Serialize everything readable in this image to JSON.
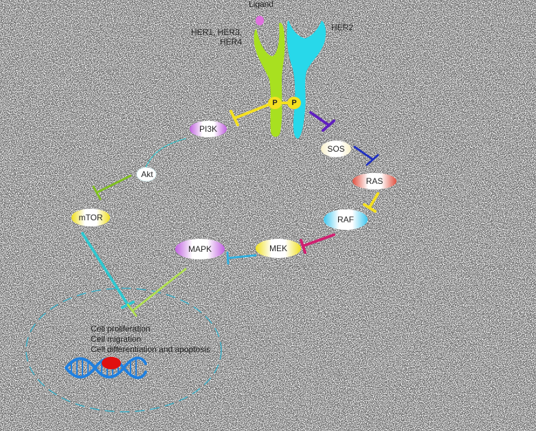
{
  "labels": {
    "ligand": "Ligand",
    "her_family": [
      "HER1, HER3,",
      "HER4"
    ],
    "her2": "HER2",
    "phospho_a": "P",
    "phospho_b": "P"
  },
  "nodes": {
    "pi3k": "PI3K",
    "akt": "Akt",
    "mtor": "mTOR",
    "sos": "SOS",
    "ras": "RAS",
    "raf": "RAF",
    "mek": "MEK",
    "mapk": "MAPK"
  },
  "cell_effects": [
    "Cell proliferation",
    "Cell migration",
    "Cell differentiation and apoptosis"
  ],
  "colors": {
    "her_receptor": "#a8e020",
    "her2_receptor": "#28d8ea",
    "ligand": "#e070e0",
    "phospho": "#f4e020",
    "pi3k": "#c060e0",
    "sos": "#f8f0c8",
    "ras": "#e05040",
    "raf": "#40c8f0",
    "mek": "#f0e020",
    "mapk": "#c060e0",
    "mtor": "#f0e020",
    "arrow_yellow": "#f4e020",
    "arrow_purple": "#6020c0",
    "arrow_blue": "#2030c0",
    "arrow_magenta": "#d02070",
    "arrow_cyan": "#30b0e0",
    "arrow_green": "#80c020",
    "arrow_teal": "#30c8d0",
    "arrow_lime": "#b0e050",
    "dna_blue": "#2080e0",
    "dna_red": "#e01010",
    "nucleus": "#40b0c8"
  }
}
